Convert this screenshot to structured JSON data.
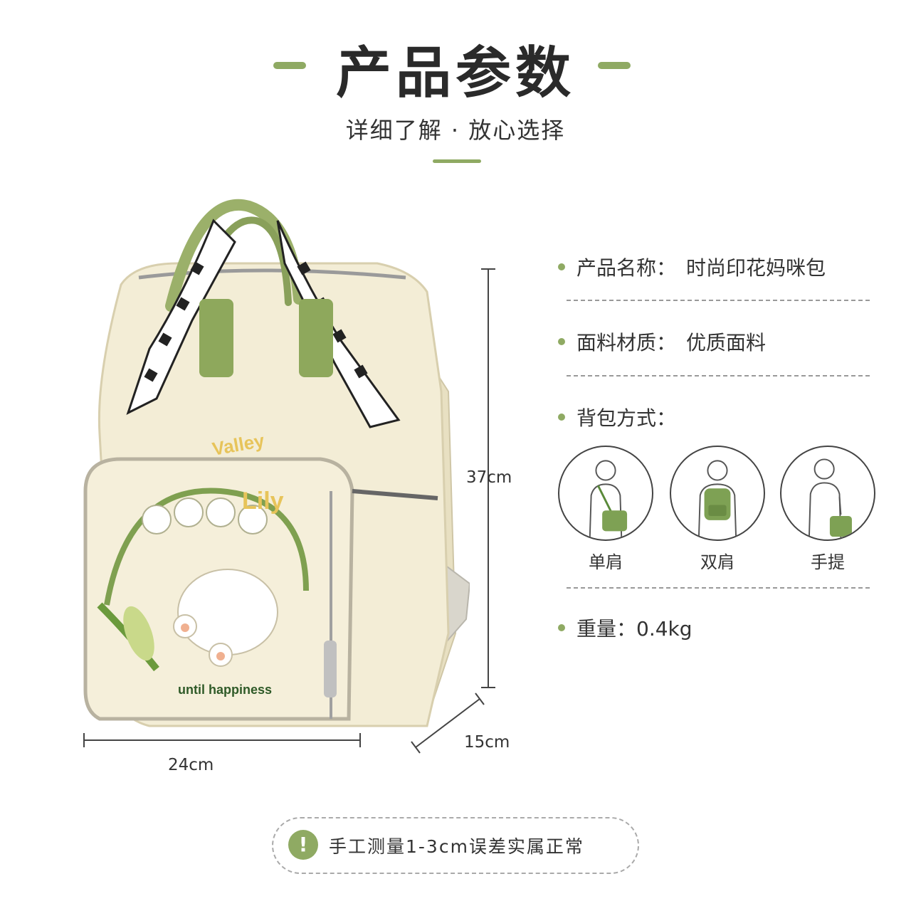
{
  "header": {
    "title": "产品参数",
    "subtitle": "详细了解 · 放心选择"
  },
  "dimensions": {
    "height": "37cm",
    "width": "24cm",
    "depth": "15cm"
  },
  "bag_print": {
    "text_1": "Lily",
    "text_2": "Valley",
    "text_3": "until happiness"
  },
  "specs": {
    "name_label": "产品名称：",
    "name_value": "时尚印花妈咪包",
    "material_label": "面料材质：",
    "material_value": "优质面料",
    "carry_label": "背包方式：",
    "carry_options": [
      {
        "label": "单肩",
        "icon": "shoulder-bag-icon"
      },
      {
        "label": "双肩",
        "icon": "backpack-icon"
      },
      {
        "label": "手提",
        "icon": "handbag-icon"
      }
    ],
    "weight_label": "重量：",
    "weight_value": "0.4kg"
  },
  "note": {
    "icon": "exclamation-icon",
    "text": "手工测量1-3cm误差实属正常"
  },
  "colors": {
    "accent": "#8faa63",
    "bag": "#f3edd6"
  }
}
